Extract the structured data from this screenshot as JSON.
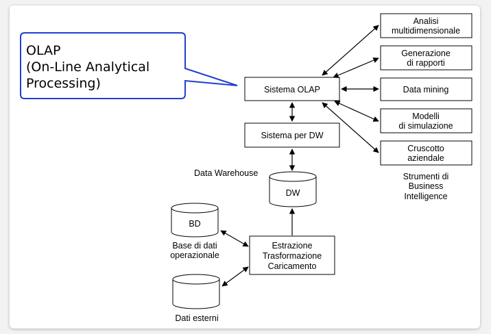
{
  "callout": {
    "lines": [
      "OLAP",
      "(On-Line Analytical",
      "Processing)"
    ]
  },
  "nodes": {
    "olap": "Sistema OLAP",
    "dw_system": "Sistema per DW",
    "dw_label": "Data Warehouse",
    "dw": "DW",
    "etl": [
      "Estrazione",
      "Trasformazione",
      "Caricamento"
    ],
    "bd": "BD",
    "bd_caption": [
      "Base di dati",
      "operazionale"
    ],
    "ext_caption": "Dati esterni"
  },
  "tools": [
    {
      "lines": [
        "Analisi",
        "multidimensionale"
      ]
    },
    {
      "lines": [
        "Generazione",
        "di rapporti"
      ]
    },
    {
      "lines": [
        "Data mining"
      ]
    },
    {
      "lines": [
        "Modelli",
        "di simulazione"
      ]
    },
    {
      "lines": [
        "Cruscotto",
        "aziendale"
      ]
    }
  ],
  "tools_caption": [
    "Strumenti di",
    "Business",
    "Intelligence"
  ]
}
